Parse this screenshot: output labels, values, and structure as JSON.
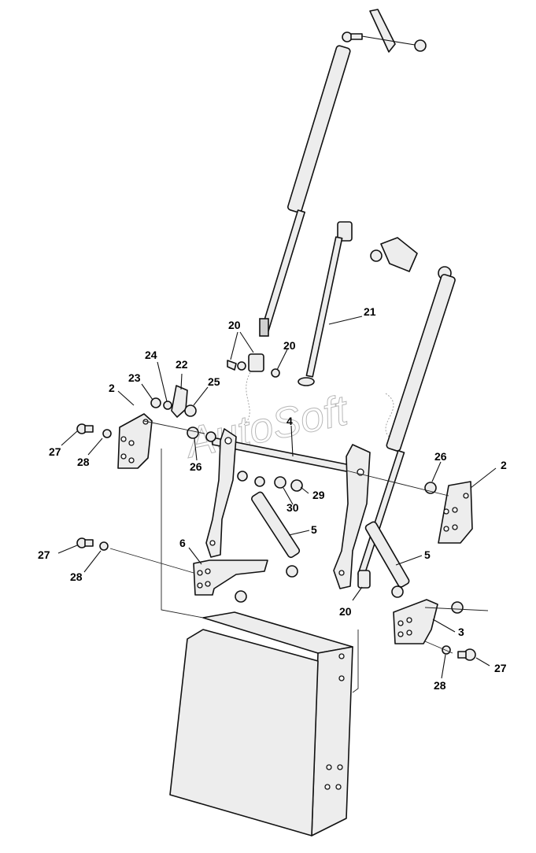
{
  "watermark": "AutoSoft",
  "callouts": [
    {
      "id": "c1",
      "text": "2"
    },
    {
      "id": "c2",
      "text": "2"
    },
    {
      "id": "c3",
      "text": "3"
    },
    {
      "id": "c4",
      "text": "4"
    },
    {
      "id": "c5",
      "text": "5"
    },
    {
      "id": "c6",
      "text": "5"
    },
    {
      "id": "c7",
      "text": "6"
    },
    {
      "id": "c8",
      "text": "20"
    },
    {
      "id": "c9",
      "text": "20"
    },
    {
      "id": "c10",
      "text": "20"
    },
    {
      "id": "c11",
      "text": "21"
    },
    {
      "id": "c12",
      "text": "22"
    },
    {
      "id": "c13",
      "text": "23"
    },
    {
      "id": "c14",
      "text": "24"
    },
    {
      "id": "c15",
      "text": "25"
    },
    {
      "id": "c16",
      "text": "26"
    },
    {
      "id": "c17",
      "text": "26"
    },
    {
      "id": "c18",
      "text": "27"
    },
    {
      "id": "c19",
      "text": "28"
    },
    {
      "id": "c20",
      "text": "27"
    },
    {
      "id": "c21",
      "text": "28"
    },
    {
      "id": "c22",
      "text": "27"
    },
    {
      "id": "c23",
      "text": "28"
    },
    {
      "id": "c24",
      "text": "29"
    },
    {
      "id": "c25",
      "text": "30"
    }
  ]
}
